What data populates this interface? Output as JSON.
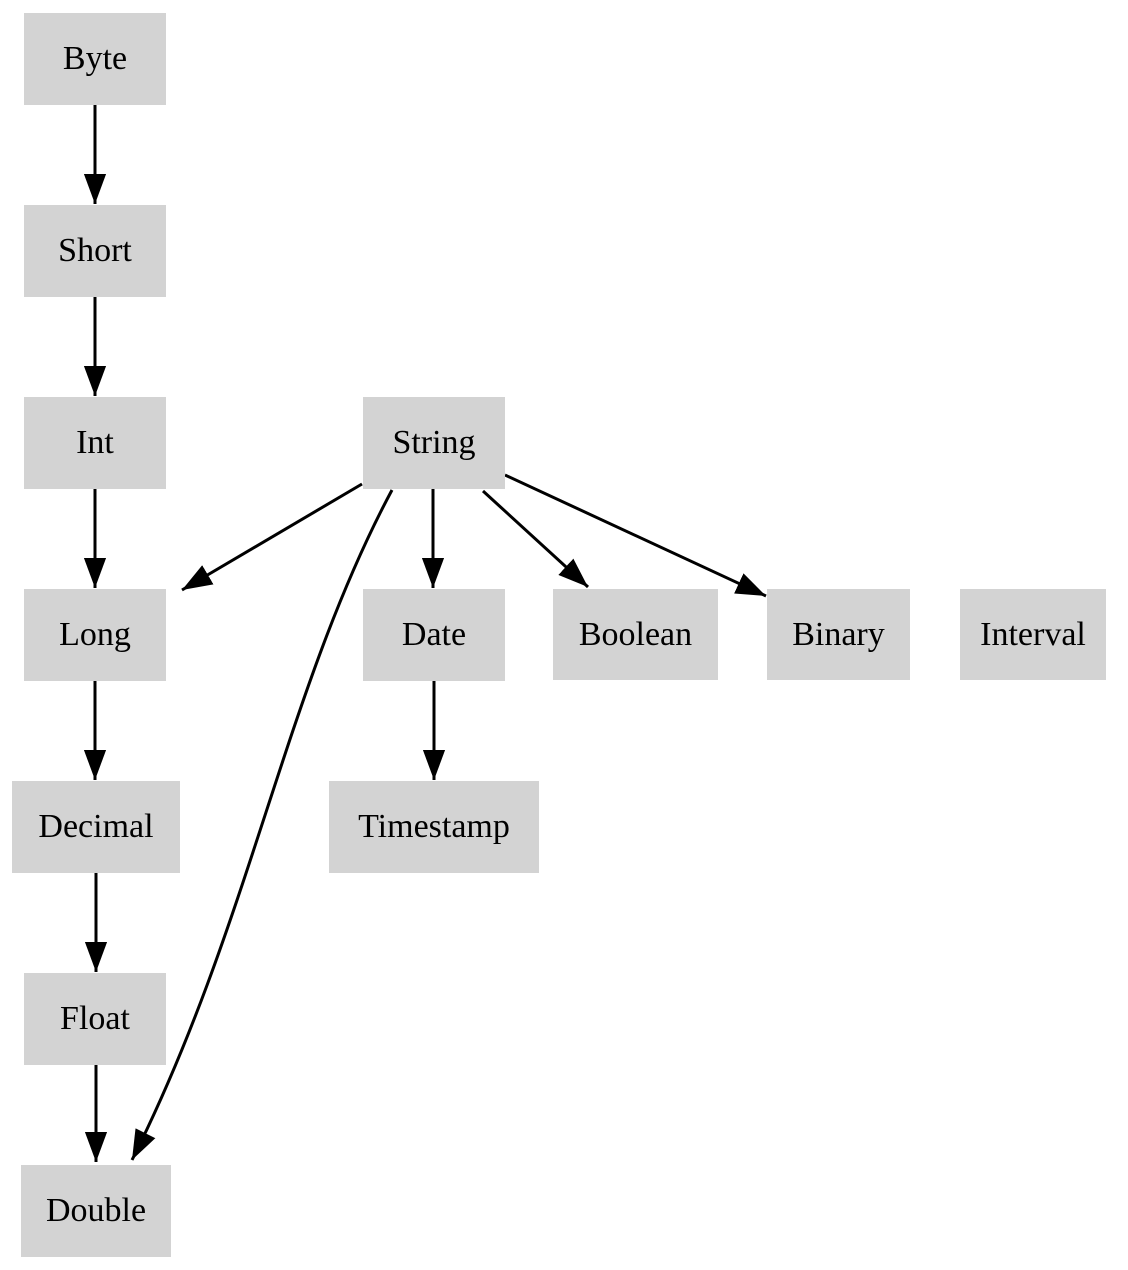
{
  "diagram": {
    "kind": "directed-graph",
    "background_color": "#ffffff",
    "node_fill_color": "#d3d3d3",
    "node_text_color": "#000000",
    "edge_color": "#000000",
    "nodes": [
      {
        "id": "byte",
        "label": "Byte"
      },
      {
        "id": "short",
        "label": "Short"
      },
      {
        "id": "int",
        "label": "Int"
      },
      {
        "id": "long",
        "label": "Long"
      },
      {
        "id": "decimal",
        "label": "Decimal"
      },
      {
        "id": "float",
        "label": "Float"
      },
      {
        "id": "double",
        "label": "Double"
      },
      {
        "id": "string",
        "label": "String"
      },
      {
        "id": "date",
        "label": "Date"
      },
      {
        "id": "timestamp",
        "label": "Timestamp"
      },
      {
        "id": "boolean",
        "label": "Boolean"
      },
      {
        "id": "binary",
        "label": "Binary"
      },
      {
        "id": "interval",
        "label": "Interval"
      }
    ],
    "edges": [
      {
        "from": "Byte",
        "to": "Short"
      },
      {
        "from": "Short",
        "to": "Int"
      },
      {
        "from": "Int",
        "to": "Long"
      },
      {
        "from": "Long",
        "to": "Decimal"
      },
      {
        "from": "Decimal",
        "to": "Float"
      },
      {
        "from": "Float",
        "to": "Double"
      },
      {
        "from": "String",
        "to": "Long"
      },
      {
        "from": "String",
        "to": "Date"
      },
      {
        "from": "String",
        "to": "Boolean"
      },
      {
        "from": "String",
        "to": "Binary"
      },
      {
        "from": "String",
        "to": "Double"
      },
      {
        "from": "Date",
        "to": "Timestamp"
      }
    ]
  }
}
